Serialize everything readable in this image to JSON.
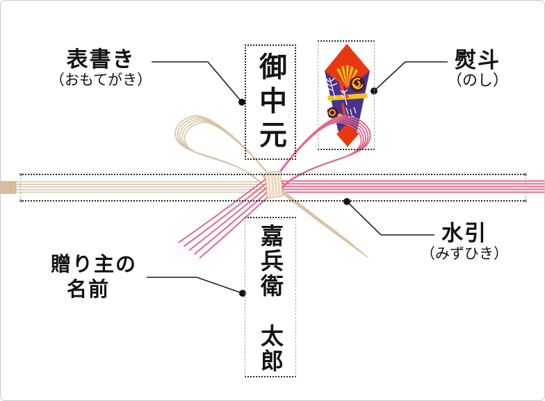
{
  "figure": {
    "gift_label_text": "御中元",
    "sender_name": "嘉兵衛　太郎"
  },
  "annotations": {
    "omotegaki": {
      "term": "表書き",
      "reading": "（おもてがき）"
    },
    "noshi": {
      "term": "熨斗",
      "reading": "（のし）"
    },
    "mizuhiki": {
      "term": "水引",
      "reading": "（みずひき）"
    },
    "sender": {
      "term_line1": "贈り主の",
      "term_line2": "名前"
    }
  },
  "colors": {
    "cord_red": "#e4688c",
    "cord_cream": "#dcc3a6",
    "cord_end_block": "#d9bd9b",
    "noshi_red": "#e8380f",
    "noshi_purple": "#46338f",
    "noshi_yellow": "#f2c51c",
    "noshi_maroon": "#551530",
    "leader_black": "#1a1a1a",
    "frame_gray": "#c9c9c9"
  }
}
